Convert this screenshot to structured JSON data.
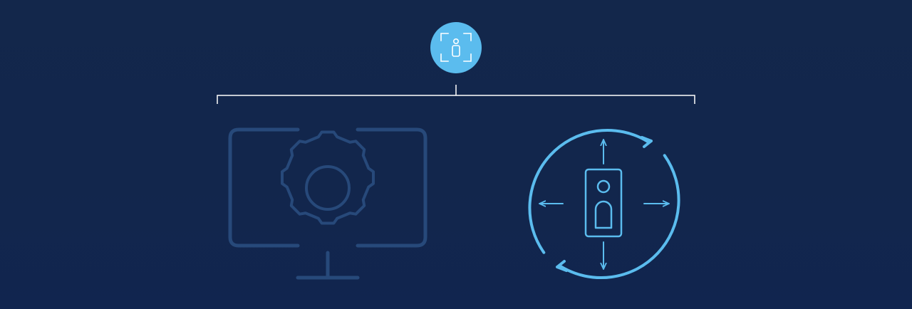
{
  "diagram": {
    "background_color": "#13274b",
    "accent_color": "#5bbcee",
    "muted_color": "#27497a",
    "connector_color": "#ffffff",
    "nodes": [
      {
        "id": "root",
        "icon": "person-focus-icon"
      },
      {
        "id": "left",
        "icon": "monitor-gear-icon",
        "state": "dimmed"
      },
      {
        "id": "right",
        "icon": "rotating-person-panel-icon",
        "state": "active"
      }
    ]
  }
}
